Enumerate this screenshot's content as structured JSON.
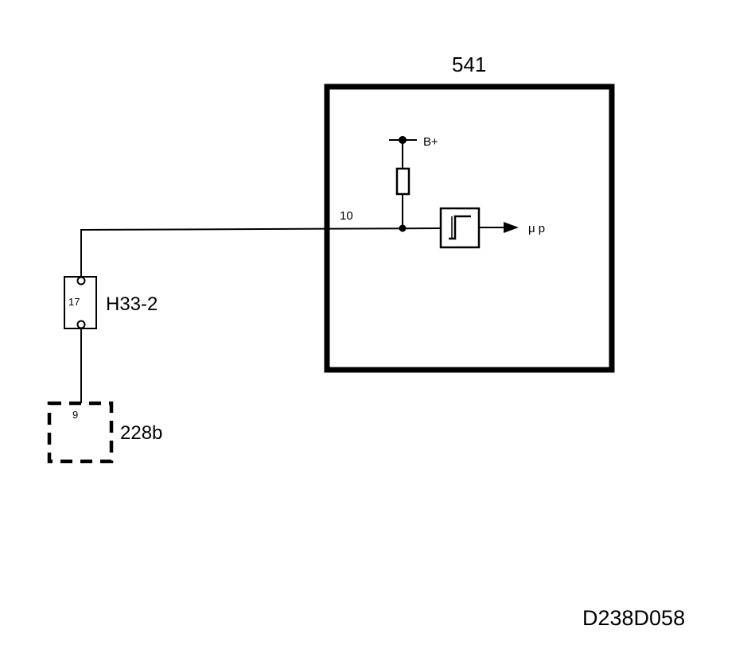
{
  "diagram": {
    "module_label": "541",
    "supply_label": "B+",
    "pin_label": "10",
    "output_label": "μ p",
    "connector_label": "H33-2",
    "connector_pin": "17",
    "component_label": "228b",
    "component_pin": "9",
    "reference_code": "D238D058"
  }
}
